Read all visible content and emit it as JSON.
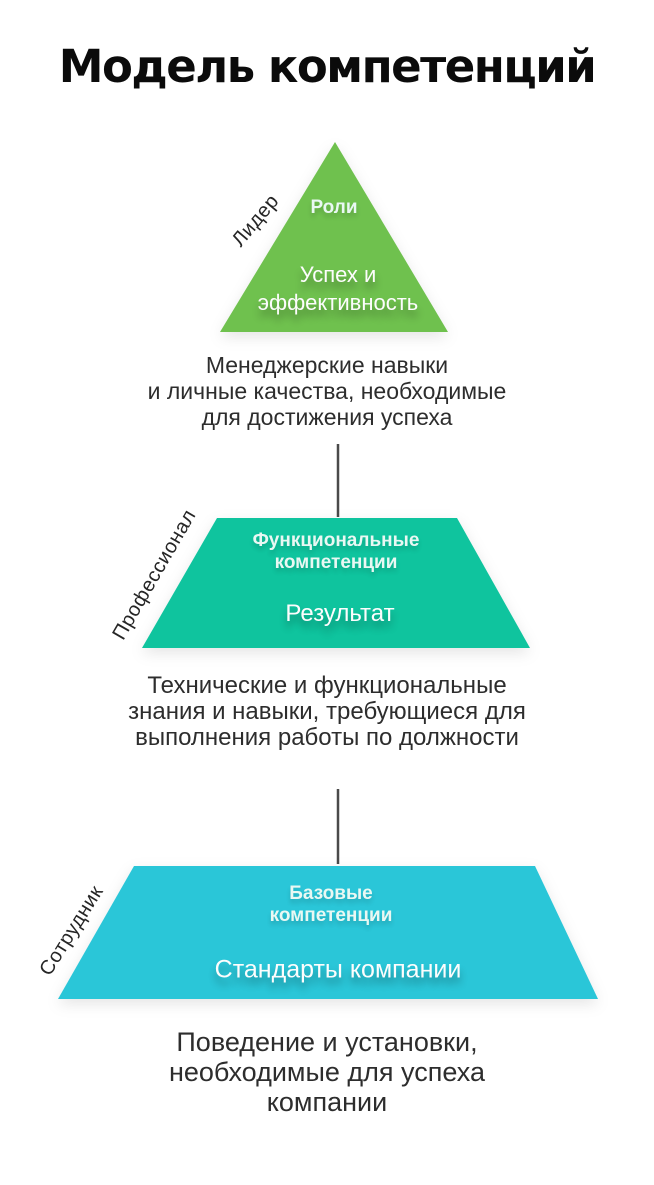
{
  "title": "Модель компетенций",
  "colors": {
    "leader_green": "#6FC14E",
    "professional_teal": "#0FC49E",
    "employee_cyan": "#2AC6D8",
    "connector": "#4A4A4A"
  },
  "levels": [
    {
      "side_label": "Лидер",
      "heading": "Роли",
      "subtitle": "Успех и\nэффективность",
      "description": "Менеджерские навыки\nи личные качества, необходимые\nдля достижения успеха",
      "color": "#6FC14E"
    },
    {
      "side_label": "Профессионал",
      "heading": "Функциональные\nкомпетенции",
      "subtitle": "Результат",
      "description": "Технические и функциональные\nзнания и навыки, требующиеся для\nвыполнения работы по должности",
      "color": "#0FC49E"
    },
    {
      "side_label": "Сотрудник",
      "heading": "Базовые\nкомпетенции",
      "subtitle": "Стандарты компании",
      "description": "Поведение и установки,\nнеобходимые для успеха\nкомпании",
      "color": "#2AC6D8"
    }
  ]
}
